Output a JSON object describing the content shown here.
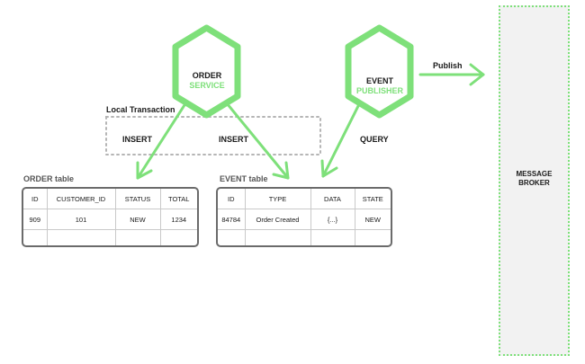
{
  "colors": {
    "accent": "#7ee07a",
    "table_border": "#6b6b6b",
    "dotted_box": "#b5b5b5",
    "broker_bg": "#f2f2f2"
  },
  "order_service": {
    "line1": "ORDER",
    "line2": "SERVICE"
  },
  "event_publisher": {
    "line1": "EVENT",
    "line2": "PUBLISHER"
  },
  "message_broker": {
    "line1": "MESSAGE",
    "line2": "BROKER"
  },
  "labels": {
    "local_transaction": "Local Transaction",
    "insert_order": "INSERT",
    "insert_event": "INSERT",
    "query": "QUERY",
    "publish": "Publish"
  },
  "order_table": {
    "caption": "ORDER table",
    "headers": [
      "ID",
      "CUSTOMER_ID",
      "STATUS",
      "TOTAL"
    ],
    "rows": [
      [
        "909",
        "101",
        "NEW",
        "1234"
      ]
    ]
  },
  "event_table": {
    "caption": "EVENT table",
    "headers": [
      "ID",
      "TYPE",
      "DATA",
      "STATE"
    ],
    "rows": [
      [
        "84784",
        "Order Created",
        "{...}",
        "NEW"
      ]
    ]
  }
}
